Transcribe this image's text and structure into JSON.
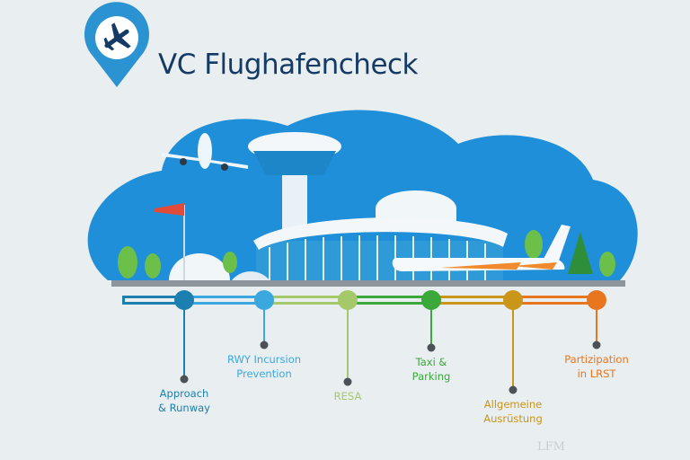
{
  "title": "VC Flughafencheck",
  "logo_icon": "airplane-map-pin-icon",
  "colors": {
    "background": "#e9eef0",
    "sky": "#1e8fd8",
    "title": "#143a66",
    "dot": "#4b5257"
  },
  "steps": [
    {
      "label_line1": "Approach",
      "label_line2": "& Runway",
      "color": "#1b7fb0"
    },
    {
      "label_line1": "RWY Incursion",
      "label_line2": "Prevention",
      "color": "#3aa8df"
    },
    {
      "label_line1": "RESA",
      "label_line2": "",
      "color": "#a5c96a"
    },
    {
      "label_line1": "Taxi &",
      "label_line2": "Parking",
      "color": "#3aa83a"
    },
    {
      "label_line1": "Allgemeine",
      "label_line2": "Ausrüstung",
      "color": "#c9961a"
    },
    {
      "label_line1": "Partizipation",
      "label_line2": "in LRST",
      "color": "#e8761f"
    }
  ],
  "watermark": "LFM"
}
